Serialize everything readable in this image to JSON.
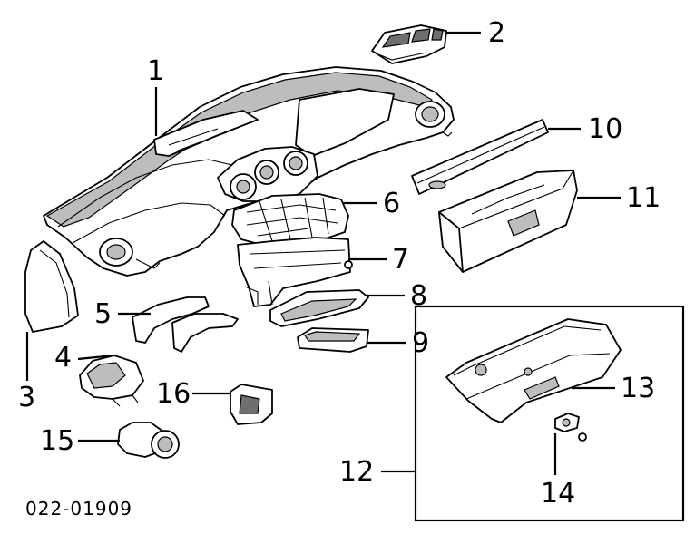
{
  "diagram": {
    "reference_code": "022-01909",
    "callouts": [
      {
        "id": "c1",
        "label": "1"
      },
      {
        "id": "c2",
        "label": "2"
      },
      {
        "id": "c3",
        "label": "3"
      },
      {
        "id": "c4",
        "label": "4"
      },
      {
        "id": "c5",
        "label": "5"
      },
      {
        "id": "c6",
        "label": "6"
      },
      {
        "id": "c7",
        "label": "7"
      },
      {
        "id": "c8",
        "label": "8"
      },
      {
        "id": "c9",
        "label": "9"
      },
      {
        "id": "c10",
        "label": "10"
      },
      {
        "id": "c11",
        "label": "11"
      },
      {
        "id": "c12",
        "label": "12"
      },
      {
        "id": "c13",
        "label": "13"
      },
      {
        "id": "c14",
        "label": "14"
      },
      {
        "id": "c15",
        "label": "15"
      },
      {
        "id": "c16",
        "label": "16"
      }
    ]
  }
}
